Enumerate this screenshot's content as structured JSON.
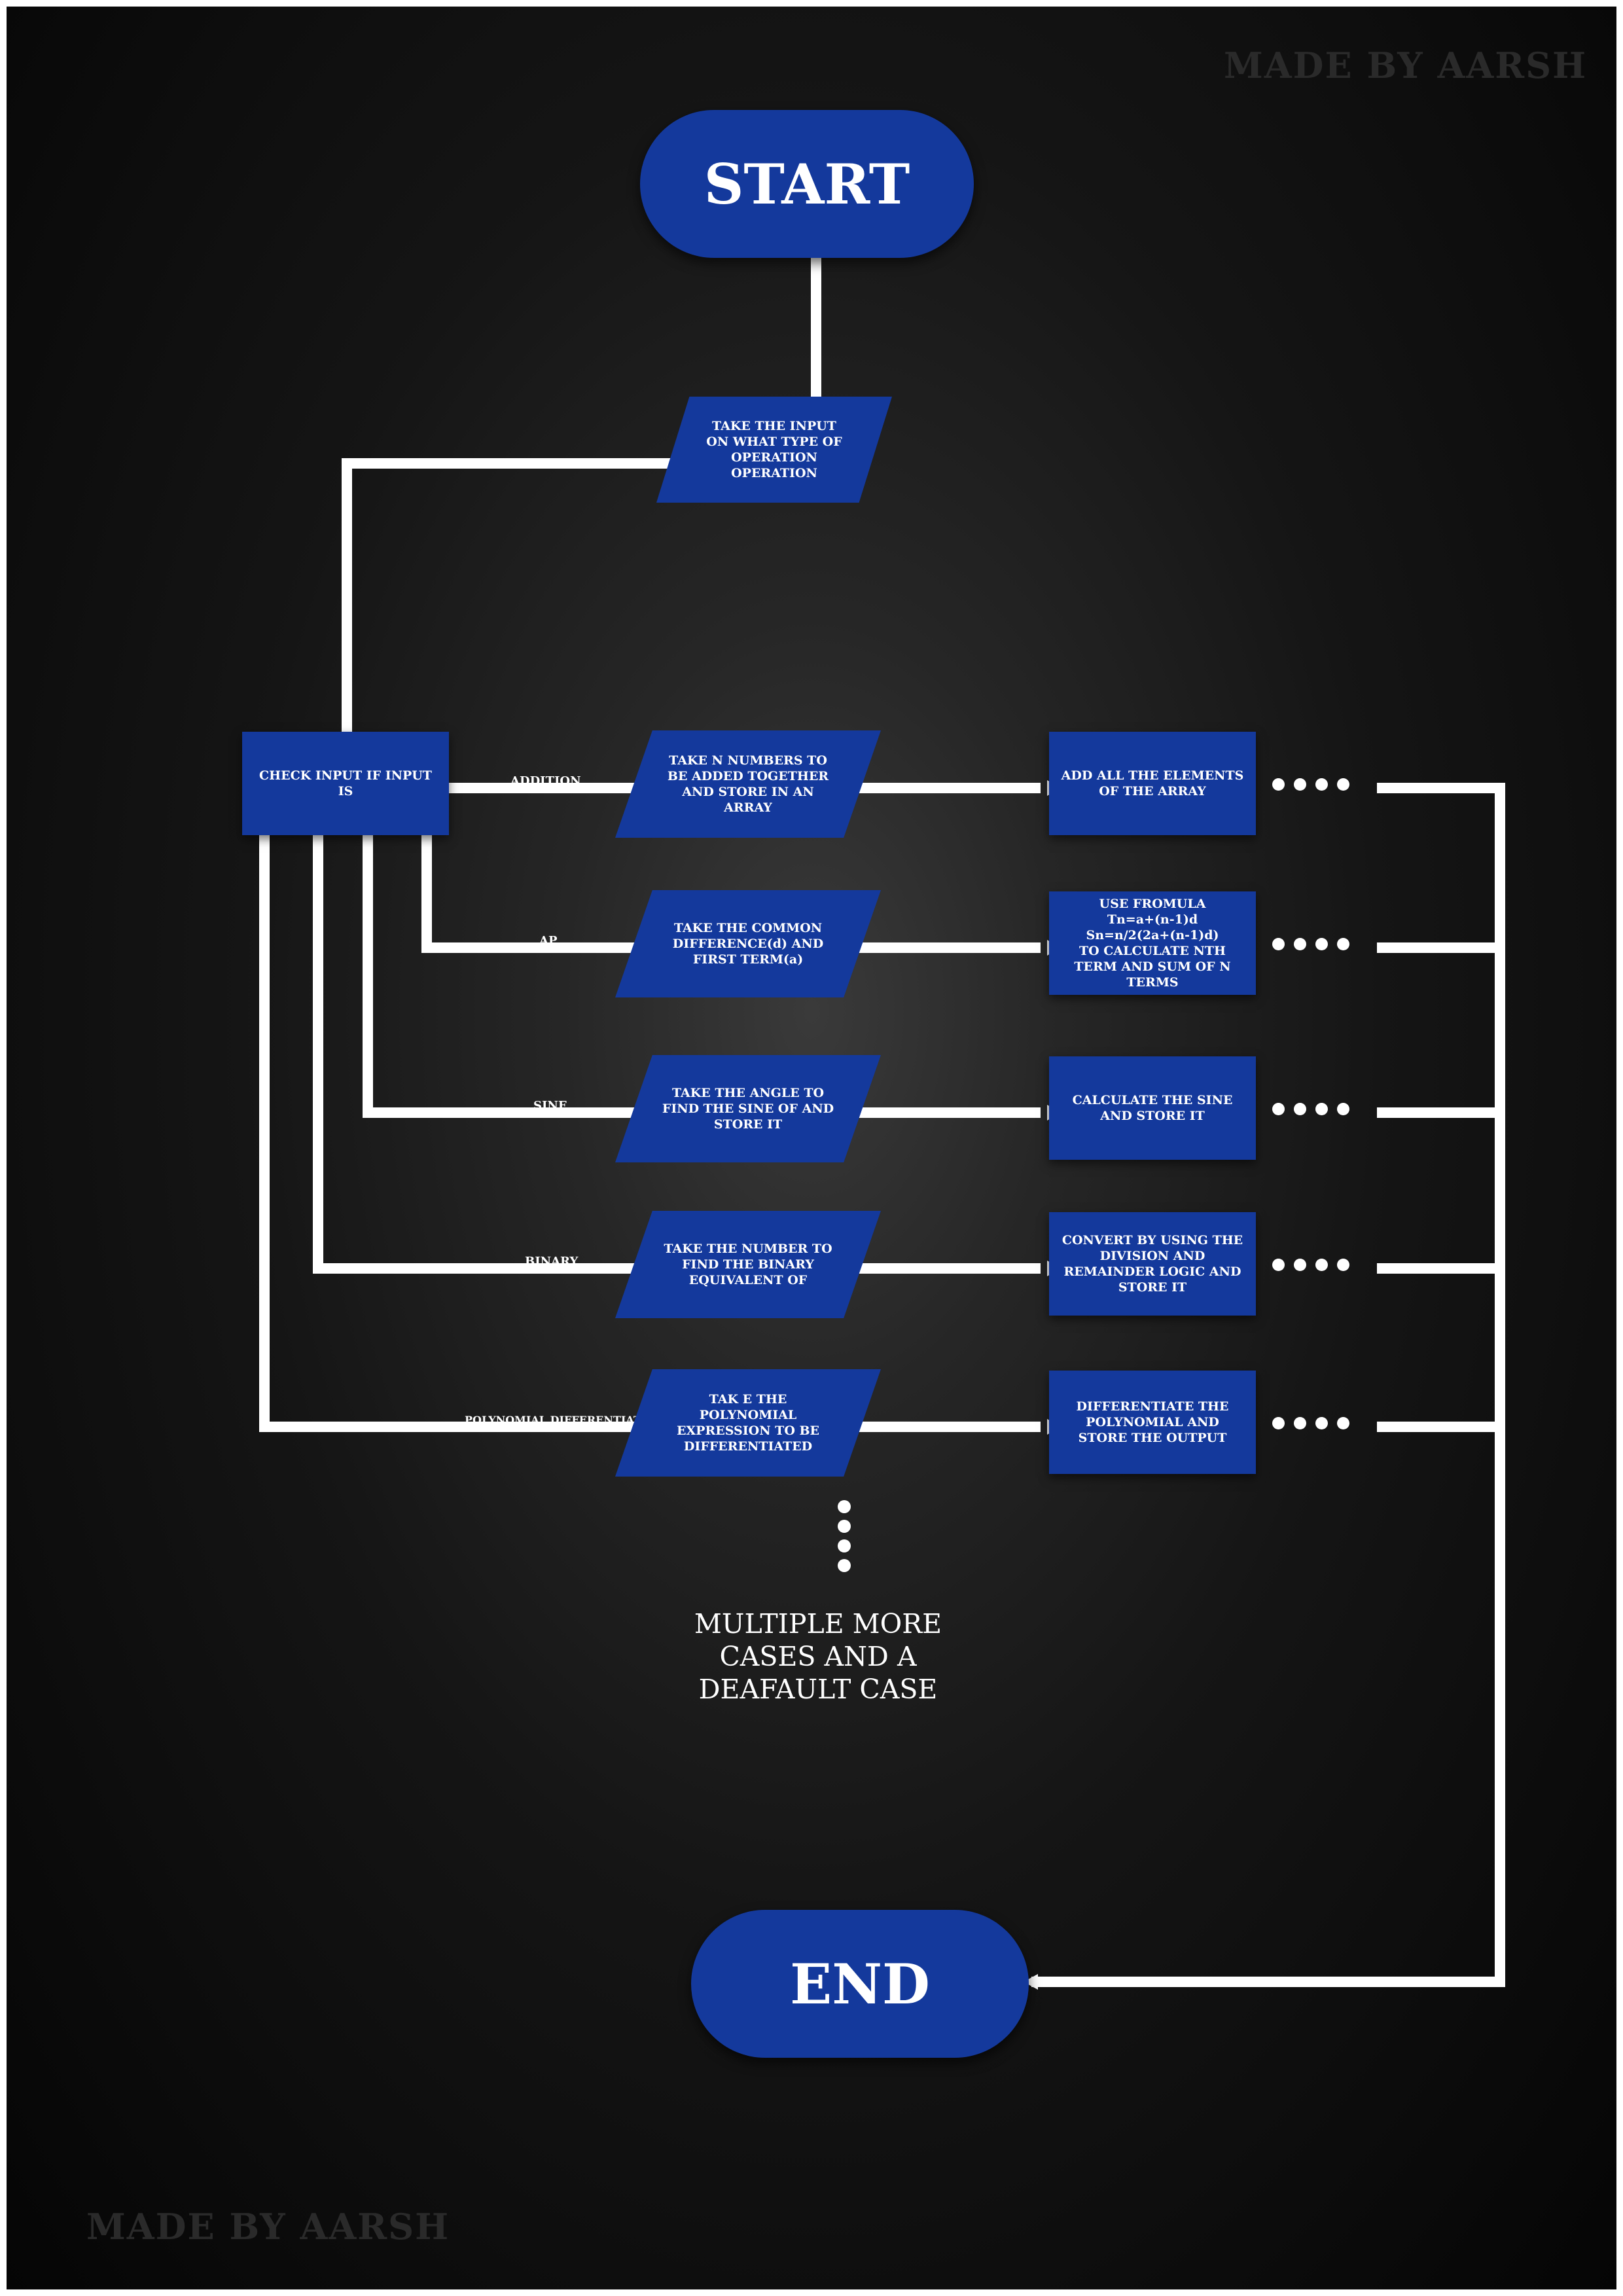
{
  "watermark": "MADE BY AARSH",
  "start_label": "START",
  "end_label": "END",
  "input_step": "TAKE THE INPUT ON WHAT TYPE OF OPERATION OPERATION",
  "check_box": "CHECK INPUT IF INPUT IS",
  "cases": [
    {
      "label": "ADDITION",
      "input": "TAKE N NUMBERS TO BE ADDED TOGETHER AND STORE IN AN ARRAY",
      "process": [
        "ADD ALL THE ELEMENTS OF THE ARRAY"
      ]
    },
    {
      "label": "AP",
      "input": "TAKE THE COMMON DIFFERENCE(d) AND FIRST TERM(a)",
      "process": [
        "USE FROMULA",
        "Tn=a+(n-1)d",
        "Sn=n/2(2a+(n-1)d)",
        "TO CALCULATE NTH TERM AND SUM OF N TERMS"
      ]
    },
    {
      "label": "SINE",
      "input": "TAKE THE ANGLE TO FIND THE SINE OF AND STORE IT",
      "process": [
        "CALCULATE THE SINE AND STORE IT"
      ]
    },
    {
      "label": "BINARY",
      "input": "TAKE THE NUMBER TO FIND THE BINARY EQUIVALENT OF",
      "process": [
        "CONVERT BY USING THE DIVISION AND REMAINDER LOGIC AND STORE IT"
      ]
    },
    {
      "label": "POLYNOMIAL  DIFFERENTIATION",
      "input": "TAK E THE POLYNOMIAL EXPRESSION  TO BE DIFFERENTIATED",
      "process": [
        "DIFFERENTIATE THE POLYNOMIAL AND STORE THE OUTPUT"
      ]
    }
  ],
  "more_cases_note": "MULTIPLE MORE CASES AND A DEAFAULT CASE",
  "colors": {
    "box_fill": "#14399c",
    "connector": "#ffffff",
    "background": "#1a1a1a",
    "watermark": "#2a2a2a"
  }
}
